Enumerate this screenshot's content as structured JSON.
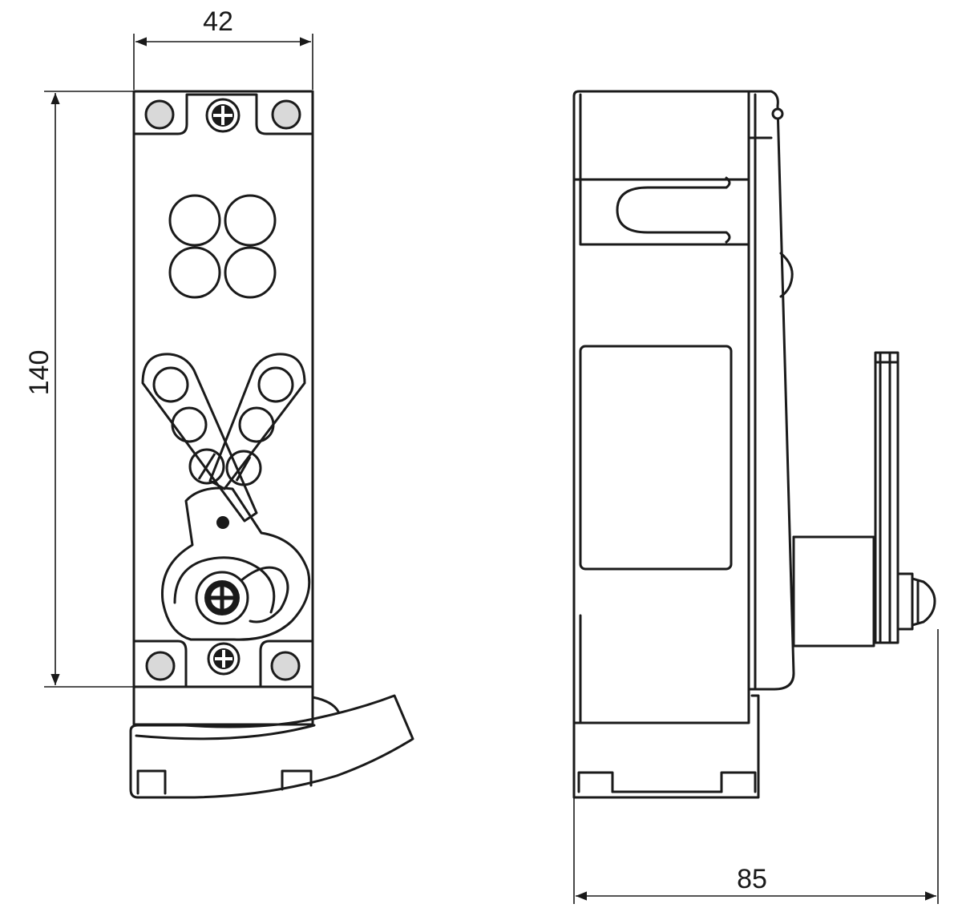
{
  "dimensions": {
    "width_front": "42",
    "height_front": "140",
    "depth_side": "85"
  }
}
